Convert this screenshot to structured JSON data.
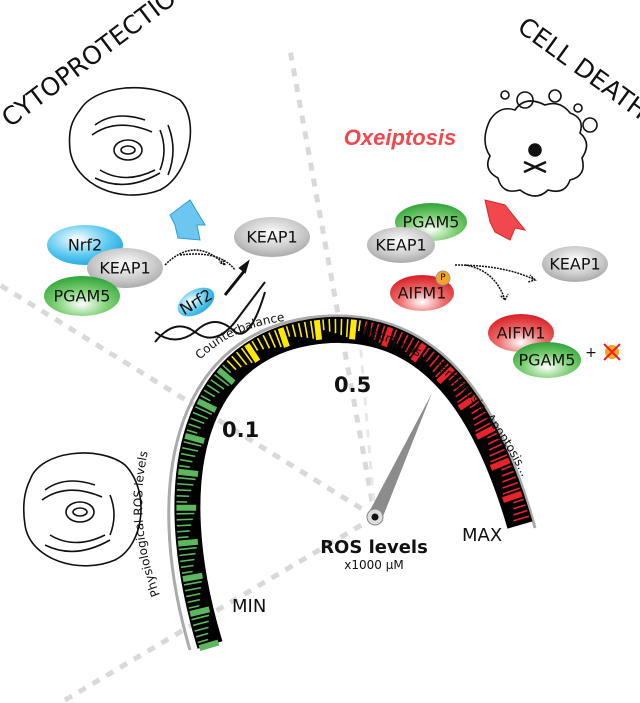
{
  "titles": {
    "left": "CYTOPROTECTION",
    "right": "CELL DEATH",
    "process": "Oxeiptosis"
  },
  "proteins": {
    "nrf2": "Nrf2",
    "keap1": "KEAP1",
    "pgam5": "PGAM5",
    "aifm1": "AIFM1",
    "phospho": "P",
    "nrf2_dna": "Nrf2"
  },
  "gauge": {
    "label_counterbalance": "Counterbalance",
    "label_physiological": "Physiological ROS levels",
    "label_death": "Necroptosis, Ferroptosis, Apoptosis...",
    "tick_01": "0.1",
    "tick_05": "0.5",
    "min": "MIN",
    "max": "MAX",
    "title": "ROS levels",
    "units": "x1000 µM",
    "needle_value_fraction": 0.74,
    "colors": {
      "green": "#5cb85c",
      "yellow": "#ffea00",
      "red": "#e8232a"
    }
  },
  "misc": {
    "plus": "+"
  }
}
